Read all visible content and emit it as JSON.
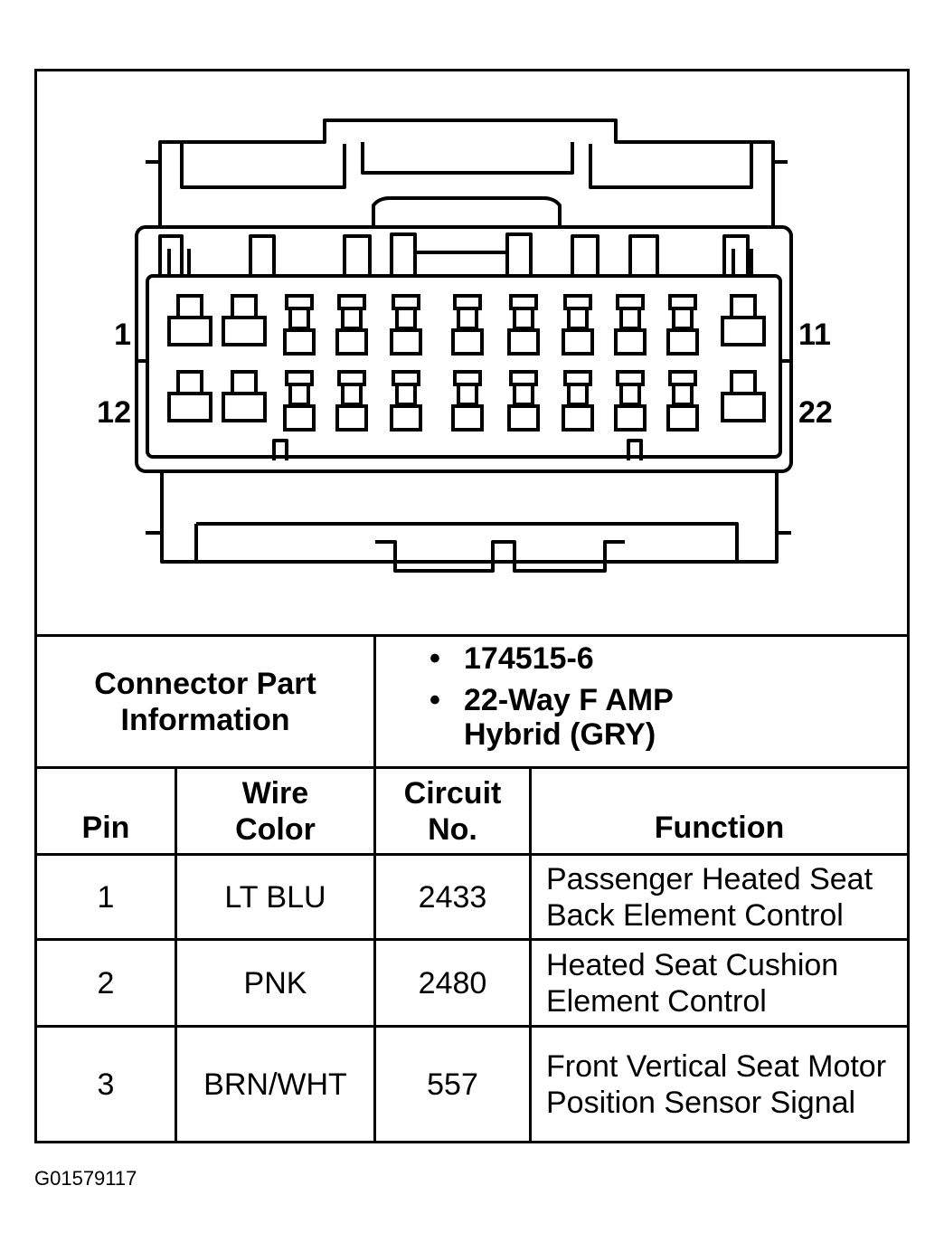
{
  "connector": {
    "pin_labels": {
      "top_left": "1",
      "bottom_left": "12",
      "top_right": "11",
      "bottom_right": "22"
    }
  },
  "part_info": {
    "label": "Connector Part Information",
    "items": [
      "174515-6",
      "22-Way F AMP Hybrid (GRY)"
    ]
  },
  "table": {
    "headers": {
      "pin": "Pin",
      "wire_color": "Wire Color",
      "circuit": "Circuit No.",
      "function": "Function"
    },
    "rows": [
      {
        "pin": "1",
        "wire_color": "LT BLU",
        "circuit": "2433",
        "function": "Passenger Heated Seat Back Element Control"
      },
      {
        "pin": "2",
        "wire_color": "PNK",
        "circuit": "2480",
        "function": "Heated Seat Cushion Element Control"
      },
      {
        "pin": "3",
        "wire_color": "BRN/WHT",
        "circuit": "557",
        "function": "Front Vertical Seat Motor Position Sensor Signal"
      }
    ]
  },
  "figure_code": "G01579117"
}
